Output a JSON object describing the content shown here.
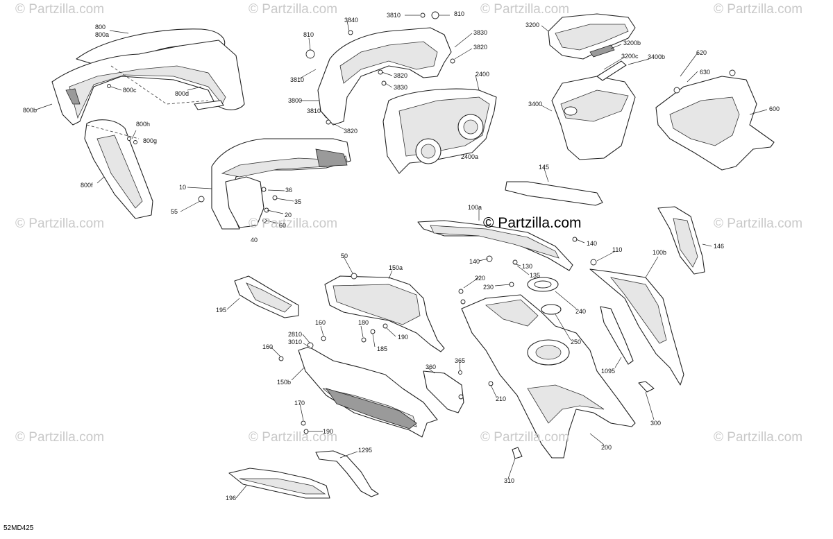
{
  "watermark": "© Partzilla.com",
  "brand": "© Partzilla.com",
  "diagram_code": "52MD425",
  "labels": {
    "l800": "800",
    "l800a": "800a",
    "l800b": "800b",
    "l800c": "800c",
    "l800d": "800d",
    "l800f": "800f",
    "l800g": "800g",
    "l800h": "800h",
    "l10": "10",
    "l20": "20",
    "l35": "35",
    "l36": "36",
    "l40": "40",
    "l55": "55",
    "l60": "60",
    "l810a": "810",
    "l810b": "810",
    "l3810a": "3810",
    "l3810b": "3810",
    "l3810c": "3810",
    "l3840": "3840",
    "l3830a": "3830",
    "l3830b": "3830",
    "l3820a": "3820",
    "l3820b": "3820",
    "l3820c": "3820",
    "l3800": "3800",
    "l2400": "2400",
    "l2400a": "2400a",
    "l3200": "3200",
    "l3200b": "3200b",
    "l3200c": "3200c",
    "l3400": "3400",
    "l3400b": "3400b",
    "l620": "620",
    "l630": "630",
    "l600": "600",
    "l145": "145",
    "l146": "146",
    "l100a": "100a",
    "l100b": "100b",
    "l110": "110",
    "l130": "130",
    "l135": "135",
    "l140a": "140",
    "l140b": "140",
    "l50": "50",
    "l150a": "150a",
    "l150b": "150b",
    "l195": "195",
    "l196": "196",
    "l160a": "160",
    "l160b": "160",
    "l170": "170",
    "l180": "180",
    "l185": "185",
    "l190a": "190",
    "l190b": "190",
    "l2810": "2810",
    "l3010": "3010",
    "l200": "200",
    "l210": "210",
    "l220": "220",
    "l230": "230",
    "l240": "240",
    "l250": "250",
    "l300": "300",
    "l310": "310",
    "l360": "360",
    "l365": "365",
    "l1095": "1095",
    "l1295": "1295"
  }
}
